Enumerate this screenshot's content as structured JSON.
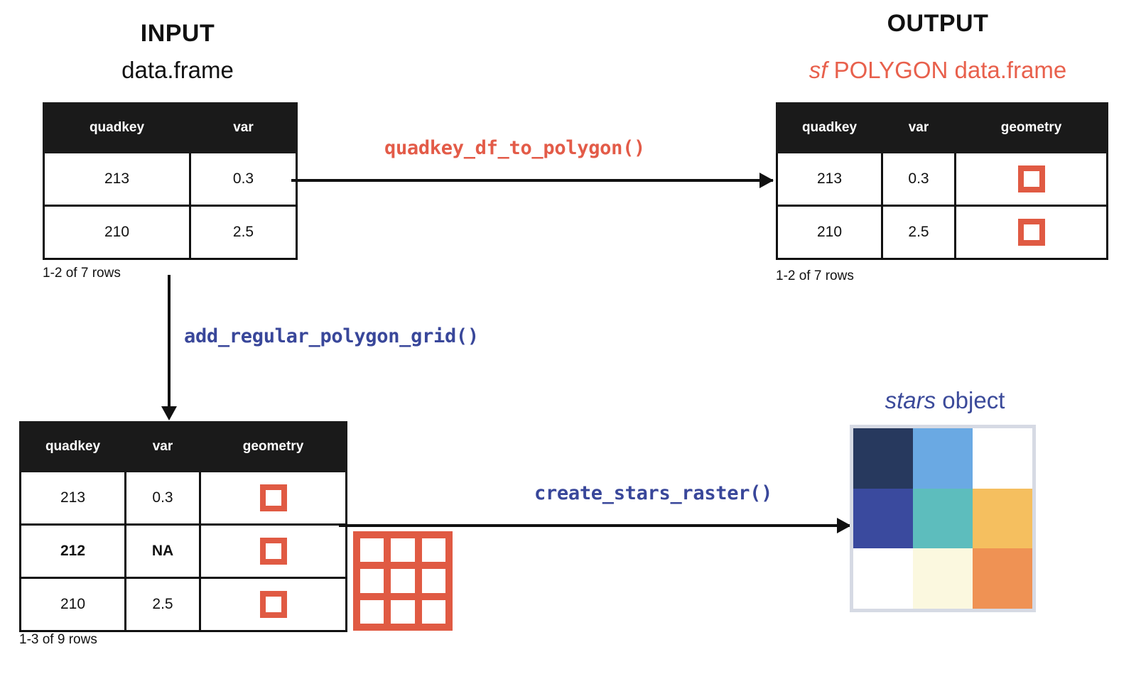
{
  "input": {
    "title": "INPUT",
    "subtitle": "data.frame",
    "table": {
      "columns": [
        "quadkey",
        "var"
      ],
      "rows": [
        {
          "quadkey": "213",
          "var": "0.3",
          "bold": false
        },
        {
          "quadkey": "210",
          "var": "2.5",
          "bold": false
        }
      ]
    },
    "row_count": "1-2 of 7 rows"
  },
  "output": {
    "title": "OUTPUT",
    "subtitle_italic": "sf",
    "subtitle_rest": " POLYGON data.frame",
    "table": {
      "columns": [
        "quadkey",
        "var",
        "geometry"
      ],
      "rows": [
        {
          "quadkey": "213",
          "var": "0.3",
          "geometry": "polygon-square-icon"
        },
        {
          "quadkey": "210",
          "var": "2.5",
          "geometry": "polygon-square-icon"
        }
      ]
    },
    "row_count": "1-2 of 7 rows"
  },
  "grid_table": {
    "table": {
      "columns": [
        "quadkey",
        "var",
        "geometry"
      ],
      "rows": [
        {
          "quadkey": "213",
          "var": "0.3",
          "geometry": "polygon-square-icon",
          "bold": false
        },
        {
          "quadkey": "212",
          "var": "NA",
          "geometry": "polygon-square-icon",
          "bold": true
        },
        {
          "quadkey": "210",
          "var": "2.5",
          "geometry": "polygon-square-icon",
          "bold": false
        }
      ]
    },
    "row_count": "1-3 of 9 rows"
  },
  "stars": {
    "title_italic": "stars",
    "title_rest": " object"
  },
  "functions": {
    "quadkey_df_to_polygon": "quadkey_df_to_polygon()",
    "add_regular_polygon_grid": "add_regular_polygon_grid()",
    "create_stars_raster": "create_stars_raster()"
  },
  "colors": {
    "accent_red": "#e05a43",
    "code_red": "#e35b48",
    "code_blue": "#39479a",
    "header_black": "#1a1a1a",
    "raster_border": "#d6dae4"
  },
  "chart_data": {
    "type": "heatmap",
    "title": "stars object",
    "nrow": 3,
    "ncol": 3,
    "grid": true,
    "cells": [
      [
        {
          "color": "#27395e",
          "value": "filled"
        },
        {
          "color": "#6aa9e3",
          "value": "filled"
        },
        {
          "color": "#ffffff",
          "value": "NA"
        }
      ],
      [
        {
          "color": "#3a4a9e",
          "value": "filled"
        },
        {
          "color": "#5dbdbd",
          "value": "filled"
        },
        {
          "color": "#f5bf5f",
          "value": "filled"
        }
      ],
      [
        {
          "color": "#ffffff",
          "value": "NA"
        },
        {
          "color": "#fbf8df",
          "value": "filled"
        },
        {
          "color": "#ef9254",
          "value": "filled"
        }
      ]
    ],
    "legend": "none",
    "xlabel": "",
    "ylabel": ""
  },
  "polygon_grid_icon": {
    "name": "regular-polygon-grid-icon",
    "rows": 3,
    "cols": 3,
    "color": "#e05a43"
  }
}
